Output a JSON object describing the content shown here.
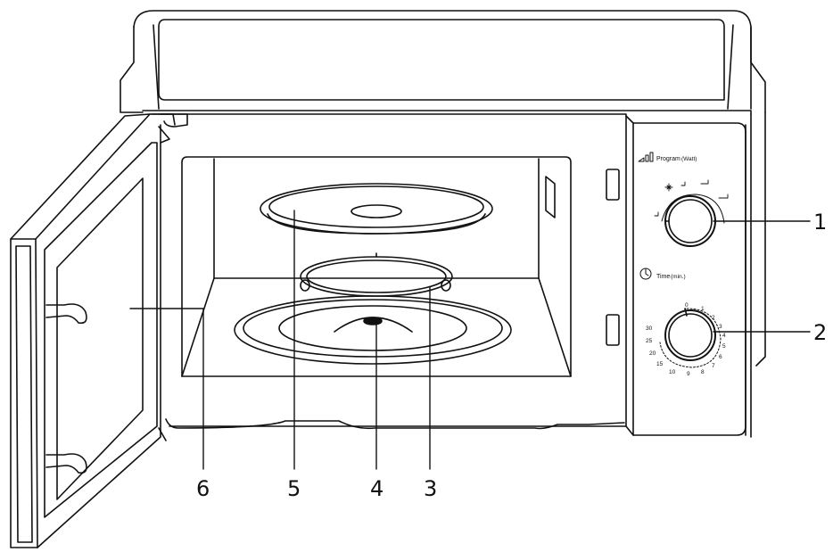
{
  "control_panel": {
    "program_label": "Program",
    "program_unit": "(Watt)",
    "time_label": "Time",
    "time_unit": "(min.)",
    "time_scale": [
      "0",
      "1",
      "2",
      "3",
      "4",
      "5",
      "6",
      "7",
      "8",
      "9",
      "10",
      "15",
      "20",
      "25",
      "30"
    ]
  },
  "callouts": {
    "c1": "1",
    "c2": "2",
    "c3": "3",
    "c4": "4",
    "c5": "5",
    "c6": "6"
  }
}
